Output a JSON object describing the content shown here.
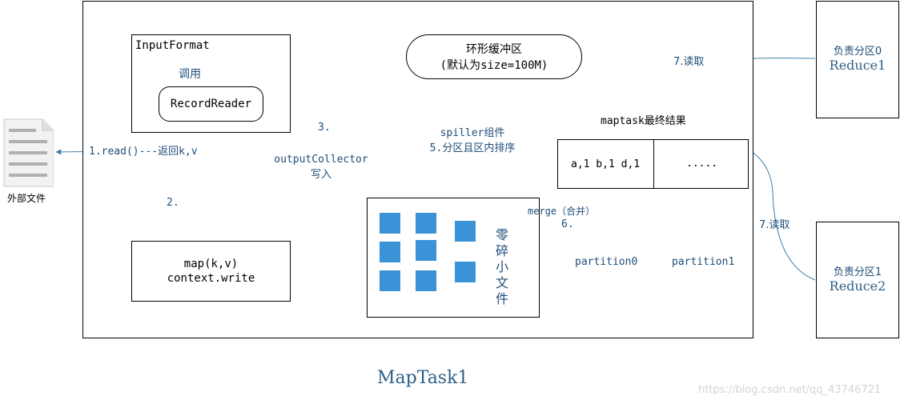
{
  "file_icon": {
    "label": "外部文件",
    "icon": "document-icon"
  },
  "step1": "1.read()---返回k,v",
  "step2": "2.",
  "step3": "3.",
  "input_format": {
    "title": "InputFormat",
    "call_label": "调用",
    "record_reader": "RecordReader"
  },
  "map_box": {
    "line1": "map(k,v)",
    "line2": "context.write"
  },
  "output_collector": {
    "line1": "outputCollector",
    "line2": "写入"
  },
  "ring_buffer": {
    "line1": "环形缓冲区",
    "line2": "(默认为size=100M)"
  },
  "spiller": {
    "line1": "spiller组件",
    "line2": "5.分区且区内排序"
  },
  "fragments": {
    "label": "零碎小文件"
  },
  "final_result": {
    "title": "maptask最终结果",
    "cell1": "a,1 b,1 d,1",
    "cell2": "....."
  },
  "merge": {
    "label": "merge（合并）",
    "step": "6."
  },
  "partitions": {
    "p0": "partition0",
    "p1": "partition1"
  },
  "reduce1": {
    "line1": "负责分区0",
    "line2": "Reduce1",
    "read": "7.读取"
  },
  "reduce2": {
    "line1": "负责分区1",
    "line2": "Reduce2",
    "read": "7.读取"
  },
  "task_title": "MapTask1",
  "watermark": "https://blog.csdn.net/qq_43746721",
  "colors": {
    "arrow": "#3f7faa",
    "square": "#3a93d6",
    "text_blue": "#1f4e79"
  }
}
